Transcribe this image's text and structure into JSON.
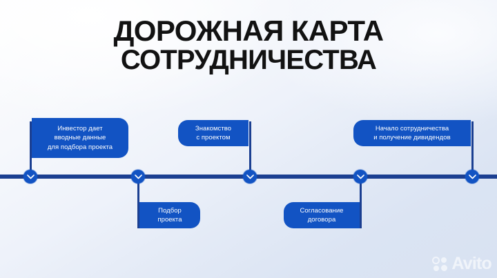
{
  "slide": {
    "title_line_1": "ДОРОЖНАЯ КАРТА",
    "title_line_2": "СОТРУДНИЧЕСТВА",
    "colors": {
      "box_blue": "#1253c3",
      "axis_navy": "#1b3f91",
      "title_black": "#121212",
      "background_top": "#fdfdfe",
      "background_bottom": "#d8e2f2"
    }
  },
  "roadmap": {
    "steps": [
      {
        "index": "1",
        "text": "Инвестор дает\nвводные данные\nдля подбора проекта",
        "position": "above",
        "marker_icon": "chevron-down-icon"
      },
      {
        "index": "2",
        "text": "Подбор\nпроекта",
        "position": "below",
        "marker_icon": "chevron-down-icon"
      },
      {
        "index": "3",
        "text": "Знакомство\nс проектом",
        "position": "above",
        "marker_icon": "chevron-down-icon"
      },
      {
        "index": "4",
        "text": "Согласование\nдоговора",
        "position": "below",
        "marker_icon": "chevron-down-icon"
      },
      {
        "index": "5",
        "text": "Начало сотрудничества\nи получение дивидендов",
        "position": "above",
        "marker_icon": "chevron-down-icon"
      }
    ]
  },
  "watermark": {
    "brand": "Avito",
    "logo_icon": "avito-dots-icon"
  }
}
